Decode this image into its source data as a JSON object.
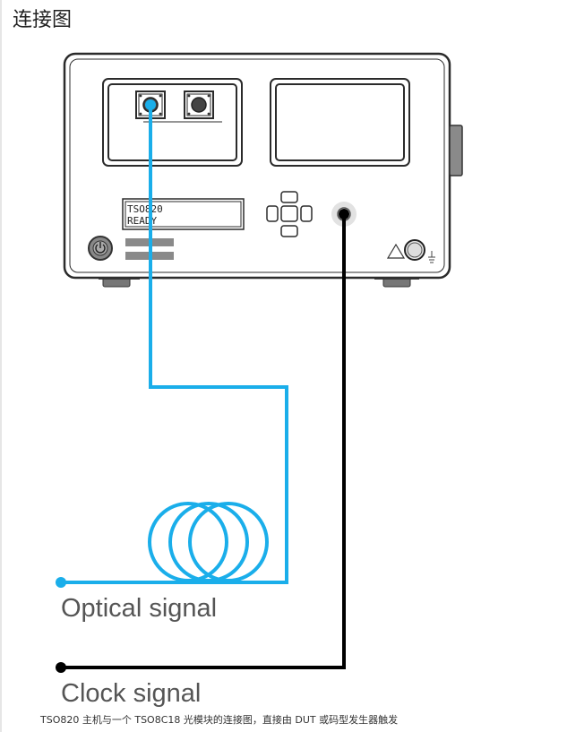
{
  "heading": "连接图",
  "device": {
    "display_line1": "TSO820",
    "display_line2": "READY"
  },
  "labels": {
    "optical": "Optical signal",
    "clock": "Clock signal"
  },
  "caption": "TSO820 主机与一个 TSO8C18 光模块的连接图，直接由 DUT 或码型发生器触发",
  "colors": {
    "optical_fiber": "#1aaeea",
    "clock_cable": "#000000",
    "device_outline": "#2b2b2b",
    "device_gray": "#8a8a8a"
  },
  "icons": [
    "power-icon",
    "warning-triangle-icon",
    "ground-icon"
  ]
}
